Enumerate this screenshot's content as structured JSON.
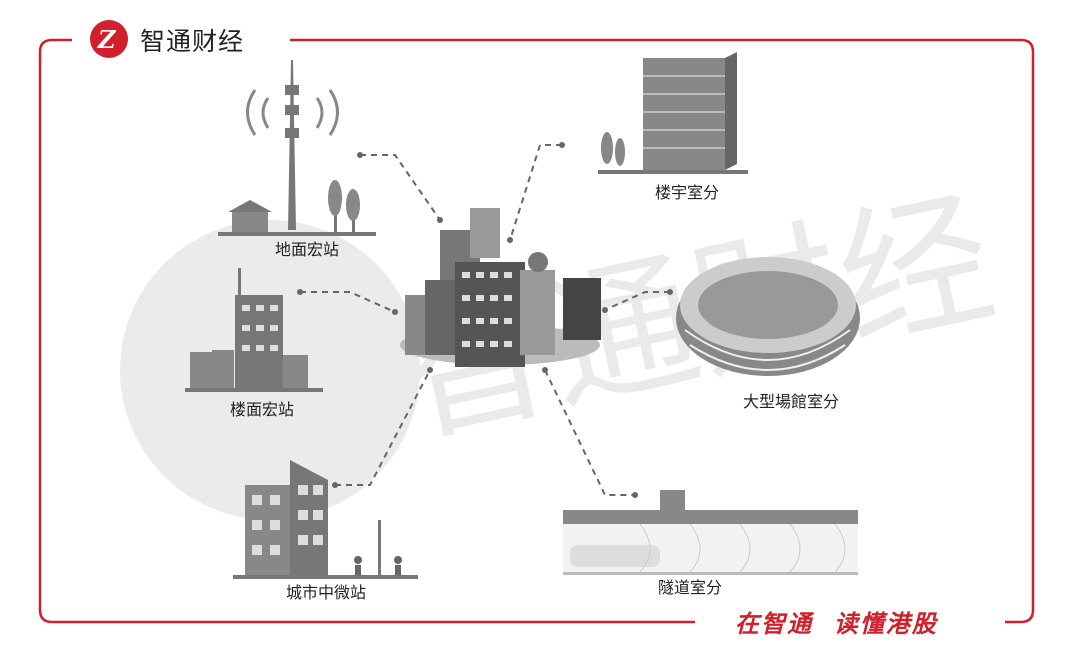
{
  "brand": {
    "name": "智通财经",
    "slogan": "在智通  读懂港股",
    "accent": "#d21f2b"
  },
  "nodes": [
    {
      "id": "ground-macro",
      "label": "地面宏站"
    },
    {
      "id": "building-indoor",
      "label": "楼宇室分"
    },
    {
      "id": "rooftop-macro",
      "label": "楼面宏站"
    },
    {
      "id": "stadium-indoor",
      "label": "大型場館室分"
    },
    {
      "id": "urban-micro",
      "label": "城市中微站"
    },
    {
      "id": "tunnel-indoor",
      "label": "隧道室分"
    }
  ],
  "watermark": {
    "text": "智通财经"
  }
}
